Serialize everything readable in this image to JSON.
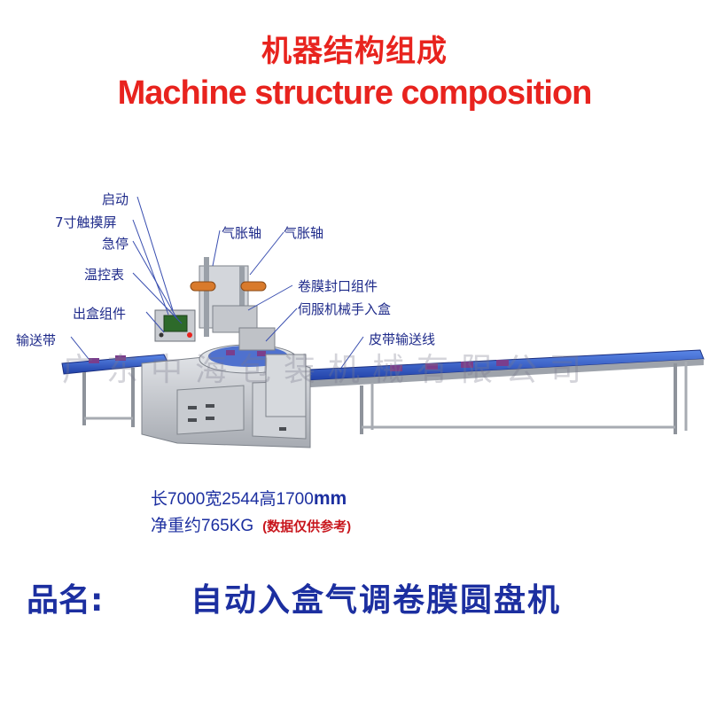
{
  "title_cn": "机器结构组成",
  "title_en": "Machine structure composition",
  "labels": {
    "start": "启动",
    "touchscreen": "7寸触摸屏",
    "estop": "急停",
    "temp": "温控表",
    "box_out": "出盒组件",
    "conveyor": "输送带",
    "air_shaft_1": "气胀轴",
    "air_shaft_2": "气胀轴",
    "film_seal": "卷膜封口组件",
    "servo": "伺服机械手入盒",
    "belt": "皮带输送线"
  },
  "specs": {
    "dimensions": "长7000宽2544高1700",
    "unit": "mm",
    "weight": "净重约765KG",
    "note": "(数据仅供参考)"
  },
  "product": {
    "label": "品名:",
    "name": "自动入盒气调卷膜圆盘机"
  },
  "watermark": "广东中海包装机械有限公司",
  "colors": {
    "title": "#e8231e",
    "text_blue": "#1c2fa0",
    "conveyor": "#2a55c8",
    "frame": "#b9bcc2",
    "accent_orange": "#d97a2b"
  }
}
